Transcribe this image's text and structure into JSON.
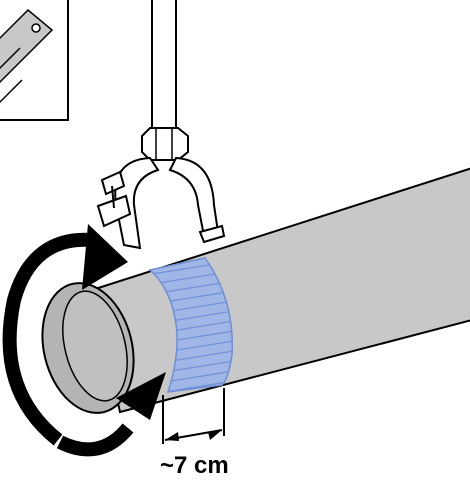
{
  "illustration": {
    "measurement_label": "~7 cm",
    "colors": {
      "pipe_fill": "#c8c8c8",
      "pipe_end_fill": "#b4b4b4",
      "tape_fill": "#9fb6e6",
      "tape_lines": "#6e8fd6",
      "outline": "#000000",
      "clamp_fill": "#ffffff"
    },
    "icons": [
      "detail-inset",
      "rotation-arrow-top",
      "rotation-arrow-bottom",
      "pipe-clamp",
      "threaded-rod"
    ]
  }
}
